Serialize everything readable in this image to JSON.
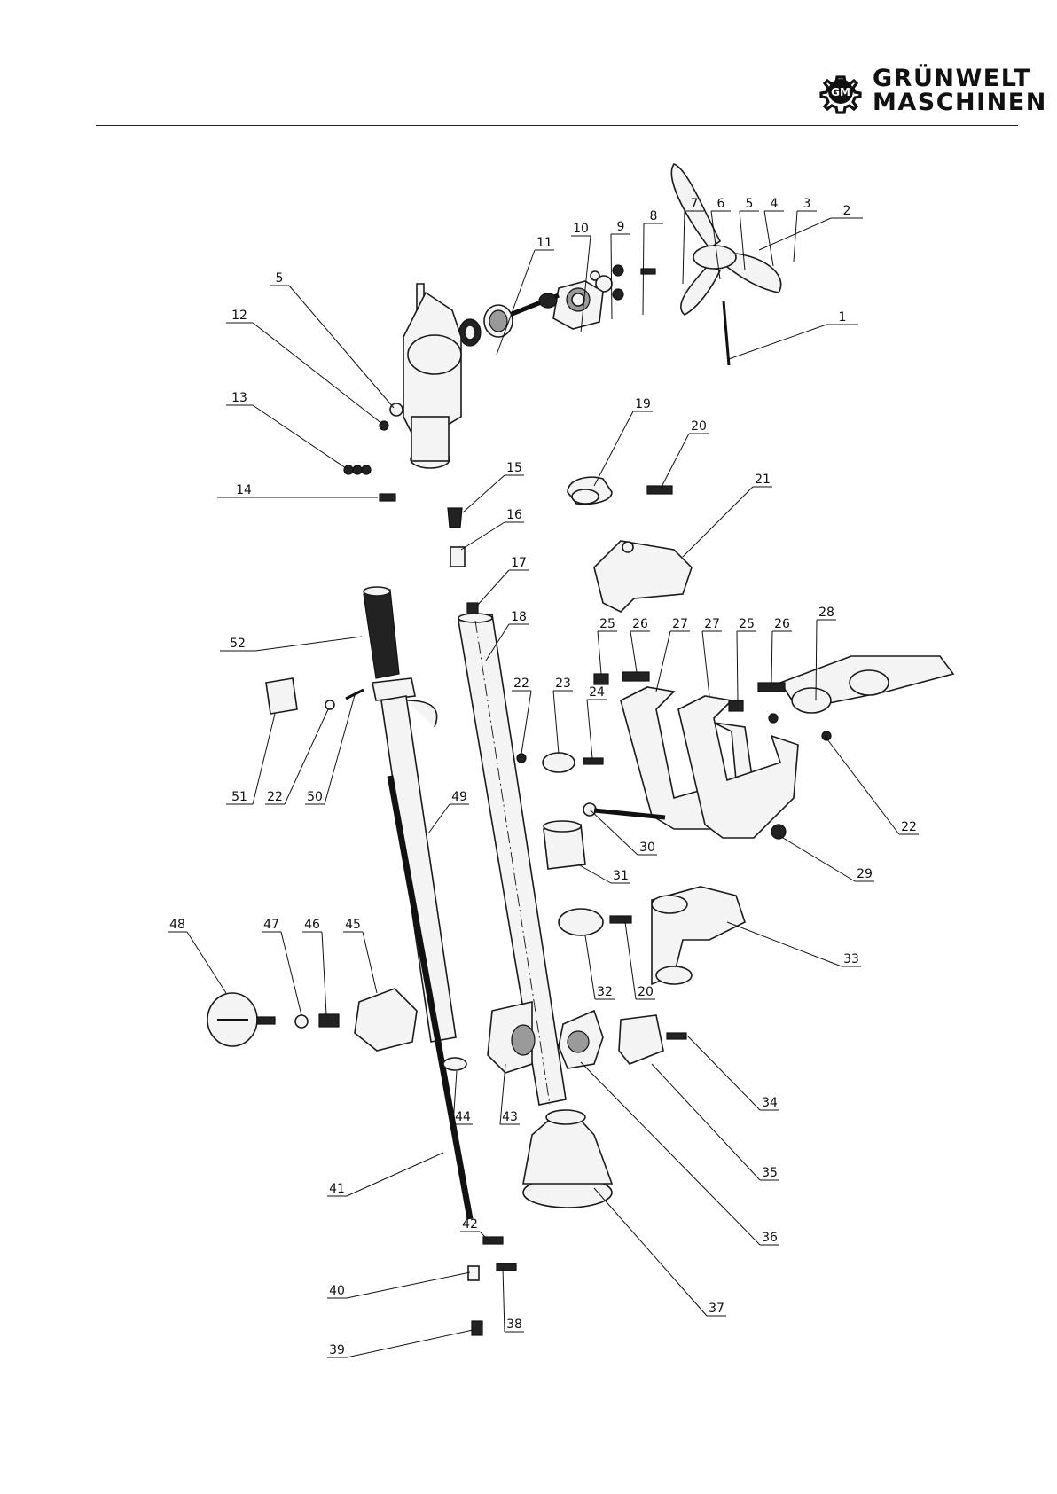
{
  "brand": {
    "line1": "GRÜNWELT",
    "line2": "MASCHINEN",
    "badge": "GM",
    "icon": "gear-icon"
  },
  "callouts": [
    {
      "id": "c1",
      "label": "1"
    },
    {
      "id": "c2",
      "label": "2"
    },
    {
      "id": "c3",
      "label": "3"
    },
    {
      "id": "c4",
      "label": "4"
    },
    {
      "id": "c5a",
      "label": "5"
    },
    {
      "id": "c6",
      "label": "6"
    },
    {
      "id": "c7",
      "label": "7"
    },
    {
      "id": "c8",
      "label": "8"
    },
    {
      "id": "c9",
      "label": "9"
    },
    {
      "id": "c10",
      "label": "10"
    },
    {
      "id": "c11",
      "label": "11"
    },
    {
      "id": "c5b",
      "label": "5"
    },
    {
      "id": "c12",
      "label": "12"
    },
    {
      "id": "c13",
      "label": "13"
    },
    {
      "id": "c14",
      "label": "14"
    },
    {
      "id": "c15",
      "label": "15"
    },
    {
      "id": "c16",
      "label": "16"
    },
    {
      "id": "c17",
      "label": "17"
    },
    {
      "id": "c18",
      "label": "18"
    },
    {
      "id": "c19",
      "label": "19"
    },
    {
      "id": "c20a",
      "label": "20"
    },
    {
      "id": "c21",
      "label": "21"
    },
    {
      "id": "c52",
      "label": "52"
    },
    {
      "id": "c25a",
      "label": "25"
    },
    {
      "id": "c26a",
      "label": "26"
    },
    {
      "id": "c27a",
      "label": "27"
    },
    {
      "id": "c27b",
      "label": "27"
    },
    {
      "id": "c25b",
      "label": "25"
    },
    {
      "id": "c26b",
      "label": "26"
    },
    {
      "id": "c28",
      "label": "28"
    },
    {
      "id": "c22a",
      "label": "22"
    },
    {
      "id": "c23",
      "label": "23"
    },
    {
      "id": "c24",
      "label": "24"
    },
    {
      "id": "c51",
      "label": "51"
    },
    {
      "id": "c22b",
      "label": "22"
    },
    {
      "id": "c50",
      "label": "50"
    },
    {
      "id": "c49",
      "label": "49"
    },
    {
      "id": "c30",
      "label": "30"
    },
    {
      "id": "c22c",
      "label": "22"
    },
    {
      "id": "c31",
      "label": "31"
    },
    {
      "id": "c29",
      "label": "29"
    },
    {
      "id": "c48",
      "label": "48"
    },
    {
      "id": "c47",
      "label": "47"
    },
    {
      "id": "c46",
      "label": "46"
    },
    {
      "id": "c45",
      "label": "45"
    },
    {
      "id": "c32",
      "label": "32"
    },
    {
      "id": "c20b",
      "label": "20"
    },
    {
      "id": "c33",
      "label": "33"
    },
    {
      "id": "c44",
      "label": "44"
    },
    {
      "id": "c43",
      "label": "43"
    },
    {
      "id": "c34",
      "label": "34"
    },
    {
      "id": "c35",
      "label": "35"
    },
    {
      "id": "c42",
      "label": "42"
    },
    {
      "id": "c41",
      "label": "41"
    },
    {
      "id": "c36",
      "label": "36"
    },
    {
      "id": "c40",
      "label": "40"
    },
    {
      "id": "c38",
      "label": "38"
    },
    {
      "id": "c37",
      "label": "37"
    },
    {
      "id": "c39",
      "label": "39"
    }
  ]
}
